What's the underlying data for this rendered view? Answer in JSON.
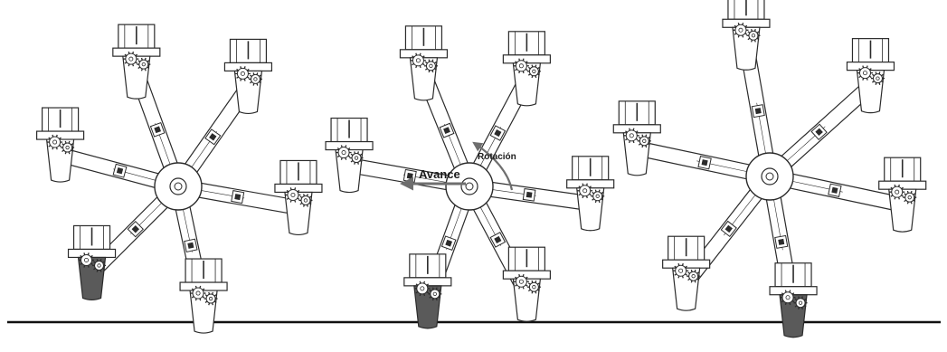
{
  "labels": {
    "advance": "Avance",
    "rotation": "Rotación"
  },
  "colors": {
    "line": "#2b2b2b",
    "arrow": "#6e6e6e",
    "soil_pot": "#5a5a5a",
    "background": "#ffffff"
  },
  "wheels": [
    {
      "name": "wheel-left",
      "arms": 6,
      "pots_in_soil": 1
    },
    {
      "name": "wheel-center",
      "arms": 6,
      "pots_in_soil": 1
    },
    {
      "name": "wheel-right",
      "arms": 6,
      "pots_in_soil": 1
    }
  ],
  "icons": {
    "advance_arrow": "arrow-left-icon",
    "rotation_arrow": "curved-arrow-icon"
  }
}
